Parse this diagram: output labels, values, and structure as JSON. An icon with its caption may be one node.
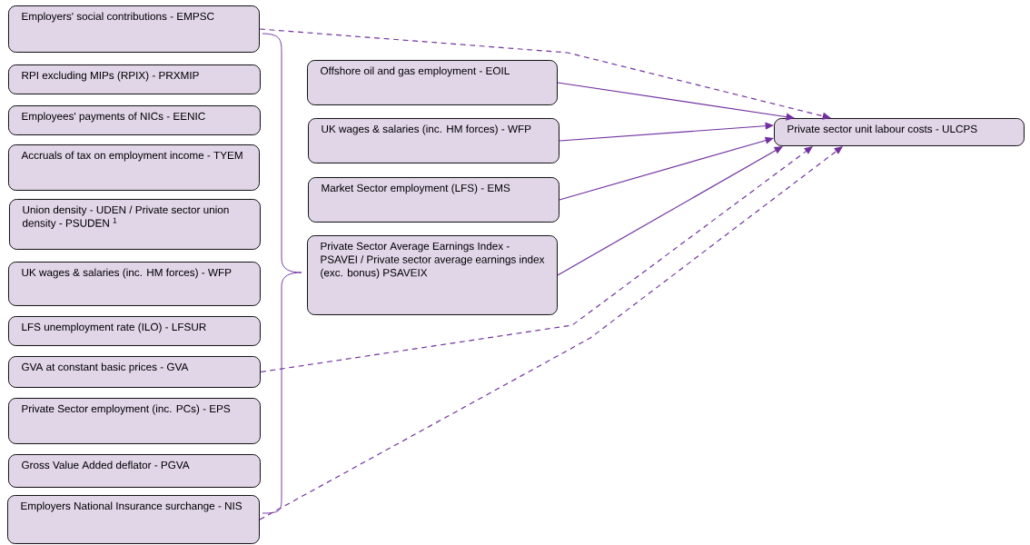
{
  "diagram": {
    "nodes": [
      {
        "text": [
          "Employers' social contributions - EMPSC"
        ]
      },
      {
        "text": [
          "RPI excluding MIPs (RPIX) - PRXMIP"
        ]
      },
      {
        "text": [
          "Employees' payments of NICs - EENIC"
        ]
      },
      {
        "text": [
          "Accruals of tax on employment income - TYEM"
        ]
      },
      {
        "text": [
          "Union density - UDEN / Private sector union density - PSUDEN $^{1}$"
        ]
      },
      {
        "text": [
          "UK wages & salaries (inc. HM forces) - WFP"
        ]
      },
      {
        "text": [
          "LFS unemployment rate (ILO) - LFSUR"
        ]
      },
      {
        "text": [
          "GVA at constant basic prices - GVA"
        ]
      },
      {
        "text": [
          "Private Sector employment (inc. PCs) - EPS"
        ]
      },
      {
        "text": [
          "Gross Value Added deflator - PGVA"
        ]
      },
      {
        "text": [
          "Employers National Insurance surchange - NIS"
        ]
      },
      {
        "text": [
          "Offshore oil and gas employment - EOIL"
        ]
      },
      {
        "text": [
          "UK wages & salaries (inc. HM forces) - WFP"
        ]
      },
      {
        "text": [
          "Market Sector employment (LFS) - EMS"
        ]
      },
      {
        "text": [
          "Private Sector Average Earnings Index - PSAVEI / Private sector average earnings index (exc. bonus) PSAVEIX"
        ]
      },
      {
        "text": [
          "Private sector unit labour costs - ULCPS"
        ]
      }
    ],
    "edges": [
      {
        "from": 0,
        "to": 15,
        "arrow": "to",
        "style": "dashed"
      },
      {
        "from": 11,
        "to": 15,
        "arrow": "to"
      },
      {
        "from": 12,
        "to": 15,
        "arrow": "to"
      },
      {
        "from": 13,
        "to": 15,
        "arrow": "to"
      },
      {
        "from": 7,
        "to": 15,
        "arrow": "to",
        "style": "dashed"
      },
      {
        "from": 14,
        "to": 15,
        "arrow": "to"
      },
      {
        "from": 10,
        "to": 15,
        "arrow": "to",
        "style": "dashed"
      }
    ]
  }
}
